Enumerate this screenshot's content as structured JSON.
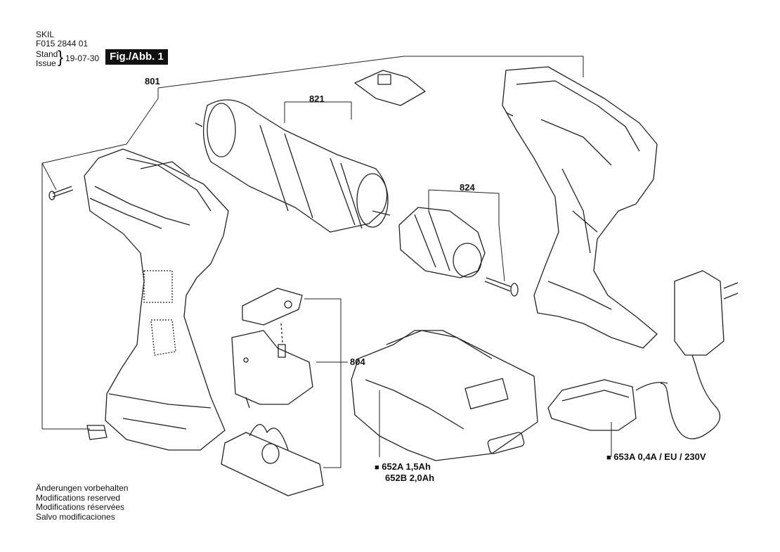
{
  "header": {
    "brand": "SKIL",
    "part_number": "F015 2844 01",
    "stand_label": "Stand",
    "issue_label": "Issue",
    "date": "19-07-30"
  },
  "figure_label": "Fig./Abb. 1",
  "callouts": {
    "c801": "801",
    "c821": "821",
    "c824": "824",
    "c804": "804",
    "c652a": "652A  1,5Ah",
    "c652b": "652B  2,0Ah",
    "c653a": "653A  0,4A / EU / 230V",
    "bullet": "■"
  },
  "footer": {
    "line1": "Änderungen vorbehalten",
    "line2": "Modifications reserved",
    "line3": "Modifications réservées",
    "line4": "Salvo modificaciones"
  }
}
